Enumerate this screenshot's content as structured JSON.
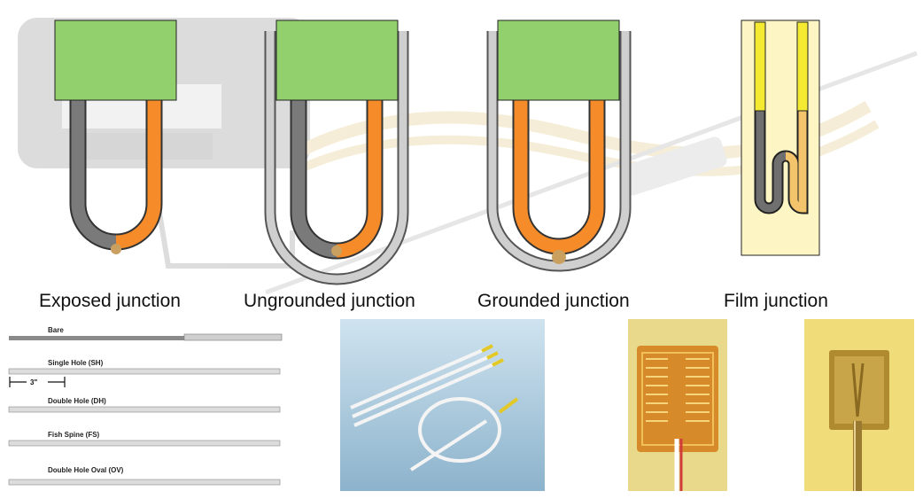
{
  "captions": {
    "exposed": "Exposed junction",
    "ungrounded": "Ungrounded junction",
    "grounded": "Grounded junction",
    "film": "Film junction"
  },
  "probe_types": {
    "bare": "Bare",
    "single_hole": "Single Hole (SH)",
    "dimension": "3\"",
    "double_hole": "Double Hole (DH)",
    "fish_spine": "Fish Spine (FS)",
    "double_hole_oval": "Double Hole Oval (OV)"
  },
  "colors": {
    "head_green": "#92cf6d",
    "wire_orange": "#f68b2a",
    "wire_grey": "#7a7a7a",
    "sheath_grey": "#c9c9c9",
    "film_substrate": "#fdf6c4",
    "film_lead_yellow": "#f5ea32"
  }
}
